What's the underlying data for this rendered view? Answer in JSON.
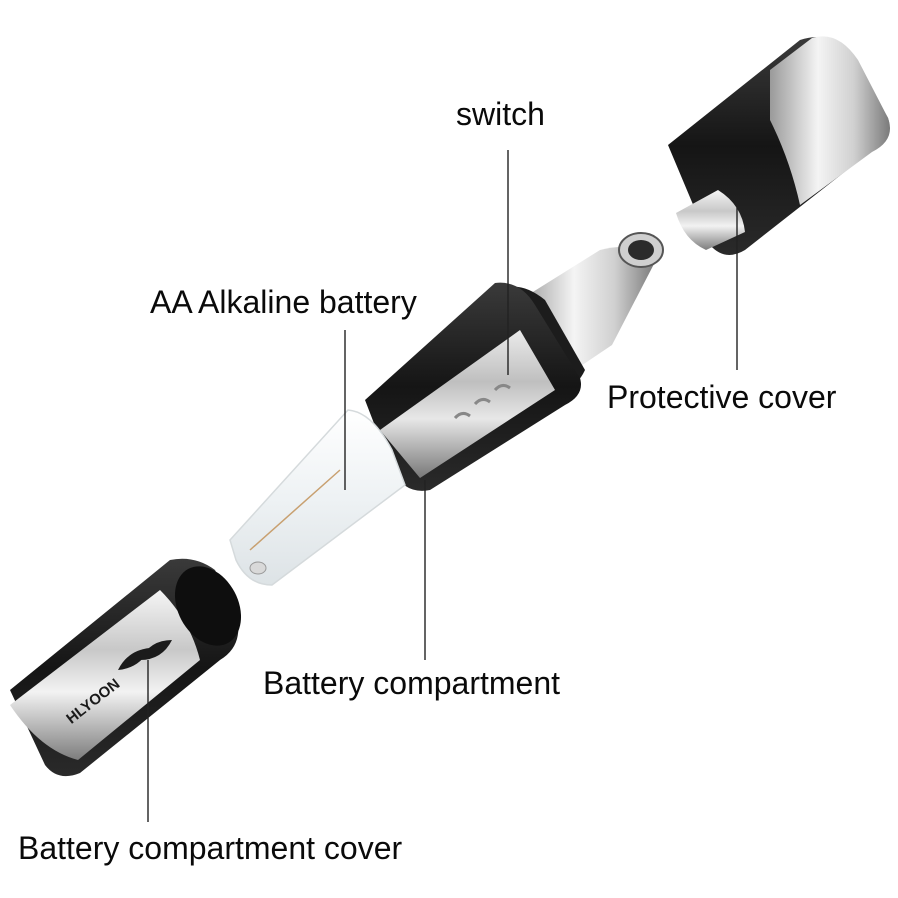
{
  "labels": {
    "switch": "switch",
    "battery": "AA Alkaline battery",
    "protective_cover": "Protective cover",
    "battery_compartment": "Battery compartment",
    "compartment_cover": "Battery compartment cover"
  },
  "brand_mark": "HLYOON",
  "colors": {
    "background": "#ffffff",
    "rubber_black": "#1b1b1b",
    "chrome_light": "#eeeeee",
    "chrome_dark": "#8a8a8a",
    "label_text": "#0a0a0a"
  }
}
